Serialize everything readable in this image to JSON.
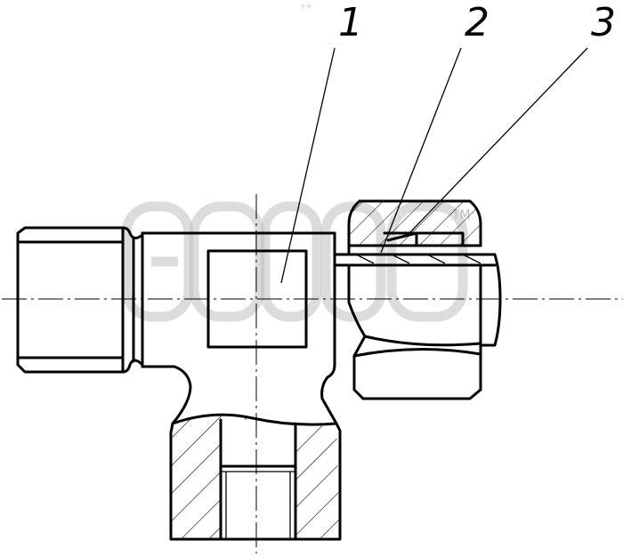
{
  "callouts": [
    {
      "label": "1"
    },
    {
      "label": "2"
    },
    {
      "label": "3"
    }
  ],
  "watermark": {
    "tm": "TM",
    "tiny_text": "ⓒ ⓔ"
  },
  "colors": {
    "line": "#000000",
    "watermark": "#bfbfbf",
    "background": "#ffffff"
  }
}
